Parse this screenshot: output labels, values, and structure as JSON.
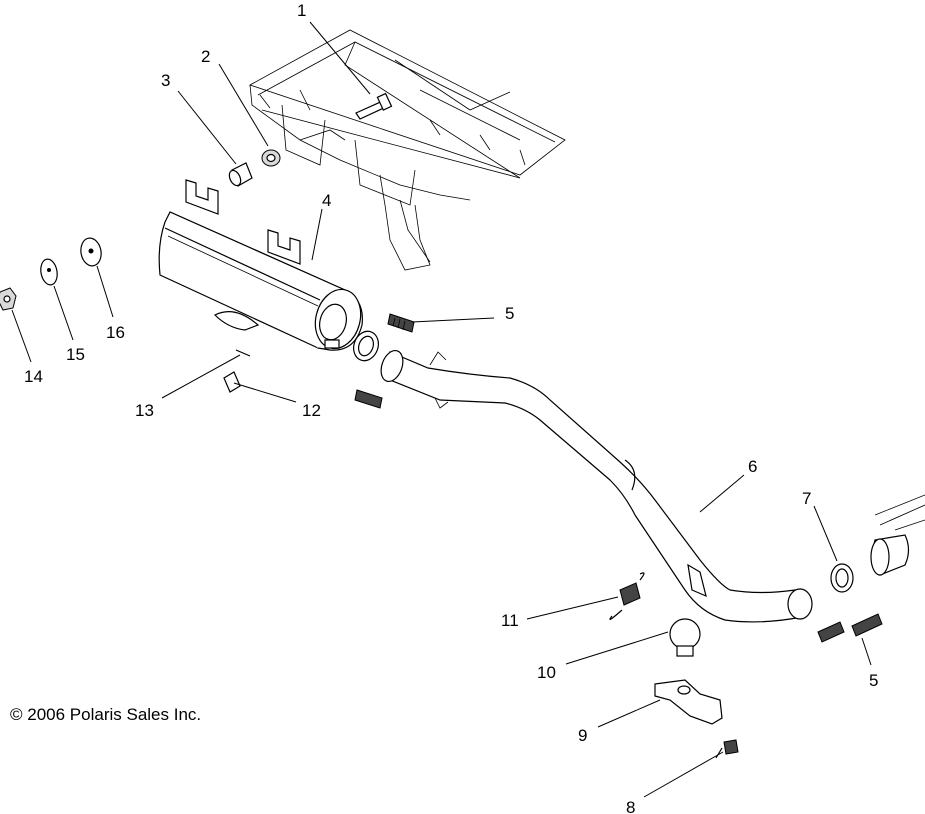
{
  "callouts": [
    "1",
    "2",
    "3",
    "4",
    "5",
    "6",
    "7",
    "5",
    "8",
    "9",
    "10",
    "11",
    "12",
    "13",
    "14",
    "15",
    "16"
  ],
  "copyright": "© 2006 Polaris Sales Inc."
}
